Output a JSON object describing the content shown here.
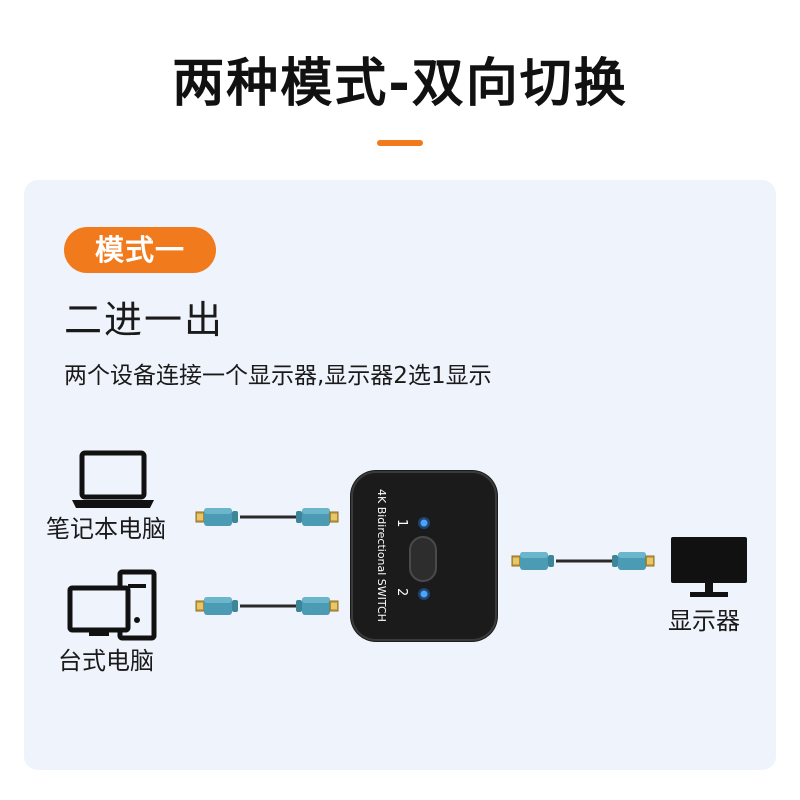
{
  "title": "两种模式-双向切换",
  "mode": {
    "badge": "模式一",
    "heading": "二进一出",
    "description": "两个设备连接一个显示器,显示器2选1显示"
  },
  "devices": {
    "laptop_label": "笔记本电脑",
    "desktop_label": "台式电脑",
    "monitor_label": "显示器"
  },
  "switch": {
    "model_text": "4K Bidirectional  SWITCH",
    "port1_label": "1",
    "port2_label": "2"
  },
  "colors": {
    "accent": "#f07a1c",
    "panel_bg": "#eef3fc",
    "led": "#2f8cff",
    "cable_connector": "#4a9bb3"
  },
  "icons": [
    "laptop-icon",
    "desktop-computer-icon",
    "monitor-icon",
    "hdmi-cable-icon",
    "switch-device-icon"
  ]
}
